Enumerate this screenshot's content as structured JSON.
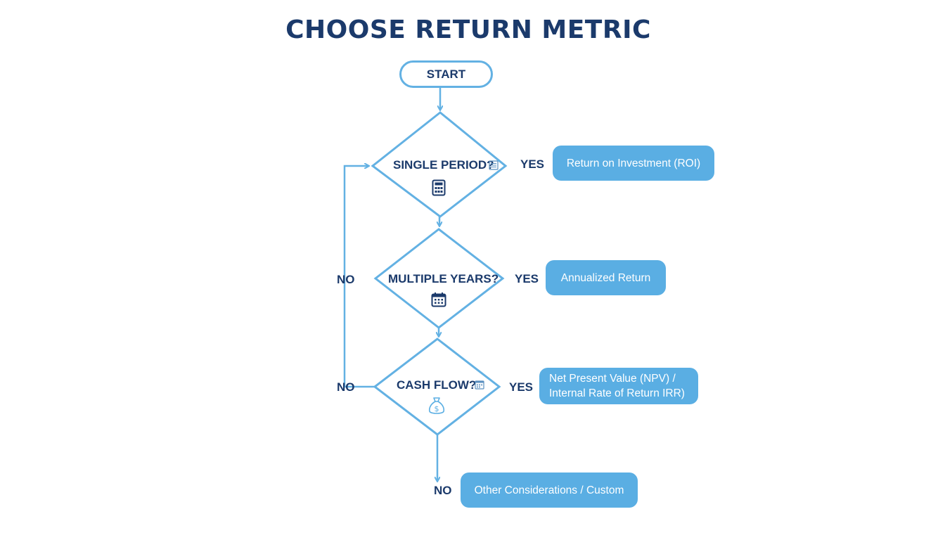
{
  "title": "CHOOSE RETURN METRIC",
  "start": {
    "label": "START"
  },
  "decisions": [
    {
      "question": "SINGLE PERIOD?",
      "yes_label": "YES",
      "outcome": "Return on Investment (ROI)",
      "icon": "calculator-icon"
    },
    {
      "question": "MULTIPLE YEARS?",
      "yes_label": "YES",
      "no_label": "NO",
      "outcome": "Annualized Return",
      "icon": "calendar-icon"
    },
    {
      "question": "CASH FLOW?",
      "yes_label": "YES",
      "no_label": "NO",
      "outcome_lines": [
        "Net Present Value (NPV) /",
        "Internal Rate of Return IRR)"
      ],
      "icon": "money-bag-icon"
    }
  ],
  "final": {
    "no_label": "NO",
    "outcome": "Other Considerations / Custom"
  },
  "colors": {
    "line": "#63b1e3",
    "pill": "#5aaee3",
    "text": "#1b3a6b",
    "title": "#1b3a6b"
  }
}
